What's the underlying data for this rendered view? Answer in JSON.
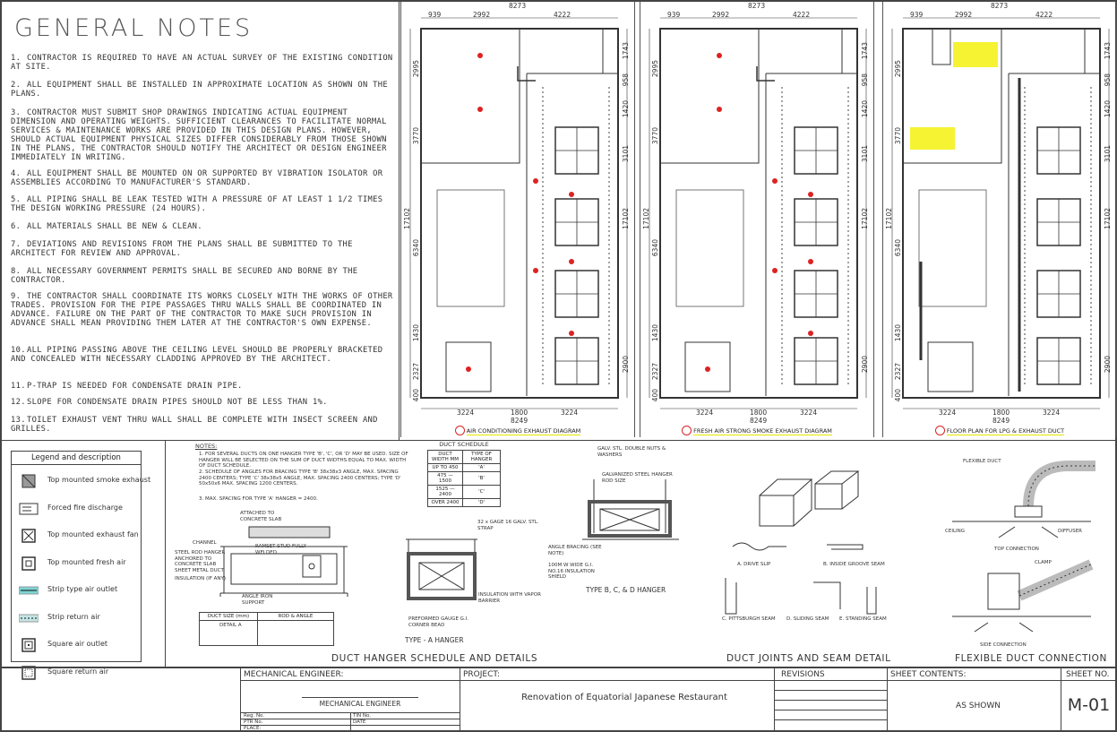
{
  "general_notes": {
    "title": "GENERAL NOTES",
    "items": [
      {
        "num": "1.",
        "text": "CONTRACTOR IS REQUIRED TO HAVE AN ACTUAL SURVEY OF THE EXISTING CONDITION AT SITE."
      },
      {
        "num": "2.",
        "text": "ALL EQUIPMENT SHALL BE INSTALLED IN APPROXIMATE LOCATION AS SHOWN ON THE PLANS."
      },
      {
        "num": "3.",
        "text": "CONTRACTOR MUST SUBMIT SHOP DRAWINGS INDICATING ACTUAL EQUIPMENT DIMENSION AND OPERATING WEIGHTS. SUFFICIENT CLEARANCES TO FACILITATE NORMAL SERVICES & MAINTENANCE WORKS ARE PROVIDED IN THIS DESIGN PLANS. HOWEVER, SHOULD ACTUAL EQUIPMENT PHYSICAL SIZES DIFFER CONSIDERABLY FROM THOSE SHOWN IN THE PLANS, THE CONTRACTOR SHOULD NOTIFY THE ARCHITECT OR DESIGN ENGINEER IMMEDIATELY IN WRITING."
      },
      {
        "num": "4.",
        "text": "ALL EQUIPMENT SHALL BE MOUNTED ON OR SUPPORTED BY VIBRATION ISOLATOR OR ASSEMBLIES ACCORDING TO MANUFACTURER'S STANDARD."
      },
      {
        "num": "5.",
        "text": "ALL PIPING SHALL BE LEAK TESTED WITH A PRESSURE OF AT LEAST 1 1/2 TIMES THE DESIGN WORKING PRESSURE (24 HOURS)."
      },
      {
        "num": "6.",
        "text": "ALL MATERIALS SHALL BE NEW & CLEAN."
      },
      {
        "num": "7.",
        "text": "DEVIATIONS AND REVISIONS FROM THE PLANS SHALL BE SUBMITTED TO THE ARCHITECT FOR REVIEW AND APPROVAL."
      },
      {
        "num": "8.",
        "text": "ALL NECESSARY GOVERNMENT PERMITS SHALL BE SECURED AND BORNE BY THE CONTRACTOR."
      },
      {
        "num": "9.",
        "text": "THE CONTRACTOR SHALL COORDINATE ITS WORKS CLOSELY WITH THE WORKS OF OTHER TRADES. PROVISION FOR THE PIPE PASSAGES THRU WALLS SHALL BE COORDINATED IN ADVANCE. FAILURE ON THE PART OF THE CONTRACTOR TO MAKE SUCH PROVISION IN ADVANCE SHALL MEAN PROVIDING THEM LATER AT THE CONTRACTOR'S OWN EXPENSE."
      },
      {
        "num": "10.",
        "text": "ALL PIPING PASSING ABOVE THE CEILING LEVEL SHOULD BE PROPERLY BRACKETED AND CONCEALED WITH NECESSARY CLADDING APPROVED BY THE ARCHITECT."
      },
      {
        "num": "11.",
        "text": "P-TRAP IS NEEDED FOR CONDENSATE DRAIN PIPE."
      },
      {
        "num": "12.",
        "text": "SLOPE FOR CONDENSATE DRAIN PIPES SHOULD NOT BE LESS THAN 1%."
      },
      {
        "num": "13.",
        "text": "TOILET EXHAUST VENT THRU WALL SHALL BE COMPLETE WITH INSECT SCREEN AND GRILLES."
      }
    ]
  },
  "plans": [
    {
      "caption": "AIR CONDITIONING EXHAUST DIAGRAM"
    },
    {
      "caption": "FRESH AIR STRONG SMOKE EXHAUST DIAGRAM"
    },
    {
      "caption": "FLOOR PLAN FOR LPG & EXHAUST DUCT"
    }
  ],
  "dimensions": {
    "overall_width": "8273",
    "top_segments": [
      "939",
      "2992",
      "4222"
    ],
    "bottom_segments": [
      "3224",
      "1800",
      "3224"
    ],
    "bottom_overall": "8249",
    "left_height": "17102",
    "left_segments": [
      "2995",
      "3770",
      "6340",
      "1430",
      "2327",
      "400"
    ],
    "right_segments": [
      "1743",
      "958",
      "1420",
      "3101",
      "2900"
    ]
  },
  "legend": {
    "title": "Legend and description",
    "items": [
      {
        "label": "Top mounted smoke exhaust",
        "icon": "smoke-exhaust-icon"
      },
      {
        "label": "Forced fire discharge",
        "icon": "fire-discharge-icon"
      },
      {
        "label": "Top mounted exhaust fan",
        "icon": "exhaust-fan-icon"
      },
      {
        "label": "Top mounted fresh air",
        "icon": "fresh-air-icon"
      },
      {
        "label": "Strip type air outlet",
        "icon": "strip-outlet-icon"
      },
      {
        "label": "Strip return air",
        "icon": "strip-return-icon"
      },
      {
        "label": "Square air outlet",
        "icon": "square-outlet-icon"
      },
      {
        "label": "Square return air",
        "icon": "square-return-icon"
      }
    ]
  },
  "duct_hanger": {
    "notes_title": "NOTES:",
    "notes": [
      "1. FOR SEVERAL DUCTS ON ONE HANGER TYPE 'B', 'C', OR 'D' MAY BE USED. SIZE OF HANGER WILL BE SELECTED ON THE SUM OF DUCT WIDTHS EQUAL TO MAX. WIDTH OF DUCT SCHEDULE.",
      "2. SCHEDULE OF ANGLES FOR BRACING TYPE 'B' 38x38x3 ANGLE, MAX. SPACING 2400 CENTERS; TYPE 'C' 38x38x5 ANGLE, MAX. SPACING 2400 CENTERS; TYPE 'D' 50x50x6 MAX. SPACING 1200 CENTERS.",
      "3. MAX. SPACING FOR TYPE 'A' HANGER = 2400."
    ],
    "schedule_title": "DUCT SCHEDULE",
    "schedule_headers": [
      "DUCT WIDTH MM",
      "TYPE OF HANGER"
    ],
    "schedule_rows": [
      [
        "UP TO 450",
        "'A'"
      ],
      [
        "475 — 1500",
        "'B'"
      ],
      [
        "1525 — 2400",
        "'C'"
      ],
      [
        "OVER 2400",
        "'D'"
      ]
    ],
    "detail_a": "DETAIL A",
    "type_a": "TYPE - A HANGER",
    "type_bcd": "TYPE B, C, & D HANGER",
    "size_table_headers": [
      "DUCT SIZE (mm)",
      "ROD & ANGLE"
    ],
    "labels": {
      "concrete_slab": "ATTACHED TO CONCRETE SLAB",
      "ramset": "RAMSET STUD FULLY WELDED",
      "channel": "CHANNEL",
      "steel_rod": "STEEL ROD HANGER ANCHORED TO CONCRETE SLAB",
      "sheet_metal": "SHEET METAL DUCT",
      "insulation": "INSULATION (IF ANY)",
      "angle_support": "ANGLE IRON SUPPORT",
      "strap": "32 x GAGE 16 GALV. STL. STRAP",
      "vapor": "INSULATION WITH VAPOR BARRIER",
      "nuts": "GALV. STL. DOUBLE NUTS & WASHERS",
      "rod_size": "GALVANIZED STEEL HANGER ROD SIZE",
      "corner_bead": "PREFORMED GAUGE G.I. CORNER BEAD",
      "insulation_shield": "100M W WIDE G.I. NO.16 INSULATION SHIELD",
      "angle_bracing": "ANGLE BRACING (SEE NOTE)"
    },
    "section_title": "DUCT HANGER SCHEDULE AND DETAILS"
  },
  "seams": {
    "section_title": "DUCT JOINTS AND SEAM DETAIL",
    "items": [
      "A. DRIVE SLIP",
      "B. INSIDE GROOVE SEAM",
      "C. PITTSBURGH SEAM",
      "D. SLIDING SEAM",
      "E. STANDING SEAM"
    ]
  },
  "flex_duct": {
    "section_title": "FLEXIBLE DUCT CONNECTION",
    "labels": [
      "FLEXIBLE DUCT",
      "TOP CONNECTION",
      "SIDE CONNECTION",
      "DIFFUSER",
      "CEILING",
      "CLAMP"
    ]
  },
  "title_block": {
    "engineer_label": "MECHANICAL ENGINEER:",
    "engineer_name": "MECHANICAL ENGINEER",
    "reg_no": "Reg. No.",
    "ptr_no": "PTR No.",
    "place": "PLACE:",
    "tin_no": "TIN No.",
    "date": "DATE",
    "project_label": "PROJECT:",
    "project_name": "Renovation of Equatorial Japanese Restaurant",
    "revisions_label": "REVISIONS",
    "contents_label": "SHEET CONTENTS:",
    "contents_value": "AS SHOWN",
    "sheet_label": "SHEET NO.",
    "sheet_value": "M-01"
  }
}
